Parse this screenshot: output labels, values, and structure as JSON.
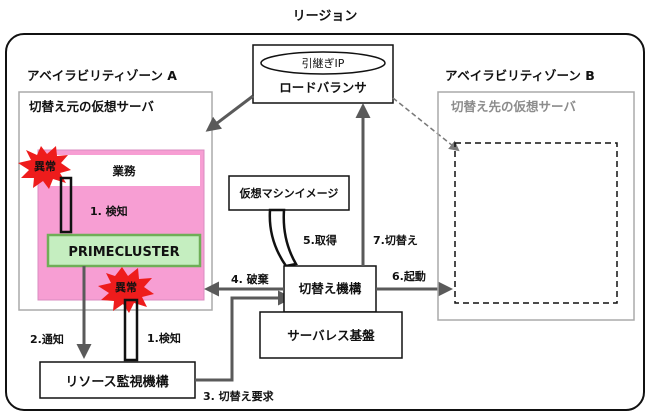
{
  "region_label": "リージョン",
  "zone_a": {
    "title": "アベイラビリティゾーン A",
    "server_label": "切替え元の仮想サーバ",
    "business_label": "業務",
    "primecluster_label": "PRIMECLUSTER",
    "anomaly_upper": "異常",
    "anomaly_lower": "異常"
  },
  "zone_b": {
    "title": "アベイラビリティゾーン B",
    "server_label": "切替え先の仮想サーバ"
  },
  "load_balancer": {
    "ip_label": "引継ぎIP",
    "label": "ロードバランサ"
  },
  "vm_image_label": "仮想マシンイメージ",
  "switch_mechanism_label": "切替え機構",
  "serverless_label": "サーバレス基盤",
  "resource_monitor_label": "リソース監視機構",
  "steps": {
    "detect_1": "1. 検知",
    "detect_1b": "1.検知",
    "notify_2": "2.通知",
    "request_3": "3. 切替え要求",
    "discard_4": "4. 破棄",
    "acquire_5": "5.取得",
    "launch_6": "6.起動",
    "switch_7": "7.切替え"
  },
  "colors": {
    "pink": "#f79ed3",
    "green": "#c5eec0",
    "green_border": "#6fae57",
    "burst": "#ee1c1c",
    "arrow": "#5a5a5a",
    "gray_text": "#8c8c8c"
  }
}
